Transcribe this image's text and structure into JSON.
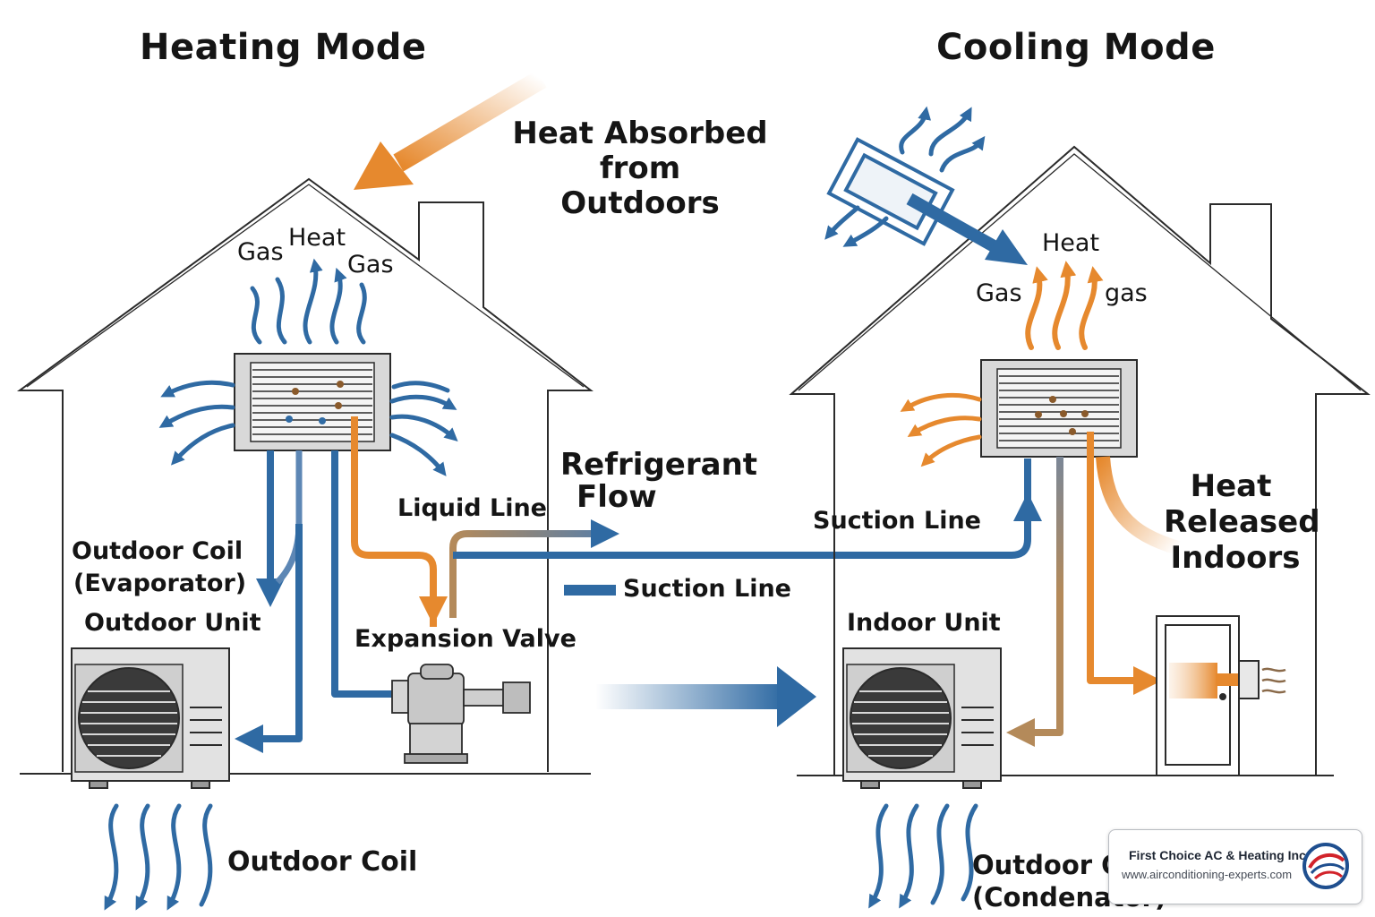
{
  "heating": {
    "title": "Heating Mode",
    "heat_absorbed": "Heat Absorbed from\nOutdoors",
    "gas_left": "Gas",
    "heat_top": "Heat",
    "gas_right": "Gas",
    "outdoor_coil_evap_line1": "Outdoor Coil",
    "outdoor_coil_evap_line2": "(Evaporator)",
    "outdoor_unit": "Outdoor Unit",
    "liquid_line": "Liquid Line",
    "expansion_valve": "Expansion Valve",
    "outdoor_coil_bottom": "Outdoor Coil"
  },
  "center": {
    "refrigerant_flow_line1": "Refrigerant",
    "refrigerant_flow_line2": "Flow",
    "suction_line_top": "Suction Line",
    "suction_line_legend": "Suction Line"
  },
  "cooling": {
    "title": "Cooling Mode",
    "heat_top": "Heat",
    "gas_left": "Gas",
    "gas_right": "gas",
    "heat_released_line1": "Heat",
    "heat_released_line2": "Released",
    "heat_released_line3": "Indoors",
    "indoor_unit": "Indoor Unit",
    "outdoor_coil_cond_line1": "Outdoor Co",
    "outdoor_coil_cond_line2": "(Condenator)"
  },
  "badge": {
    "company": "First Choice AC & Heating Inc",
    "url": "www.airconditioning-experts.com"
  },
  "colors": {
    "blue": "#2f6aa3",
    "orange": "#e6892e",
    "tan": "#b48a5a",
    "outline": "#2b2b2b"
  }
}
